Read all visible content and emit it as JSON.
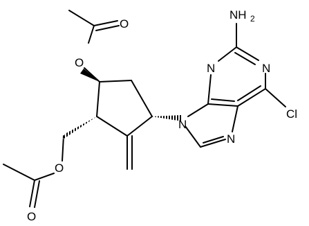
{
  "molecule": {
    "atom_labels": {
      "o_top_carbonyl": "O",
      "o_top_ester": "O",
      "o_left_ester": "O",
      "o_bottom_carbonyl": "O",
      "n_amine": "NH",
      "n_amine_sub": "2",
      "n1": "N",
      "n3": "N",
      "n7": "N",
      "n9": "N",
      "cl": "Cl"
    }
  }
}
